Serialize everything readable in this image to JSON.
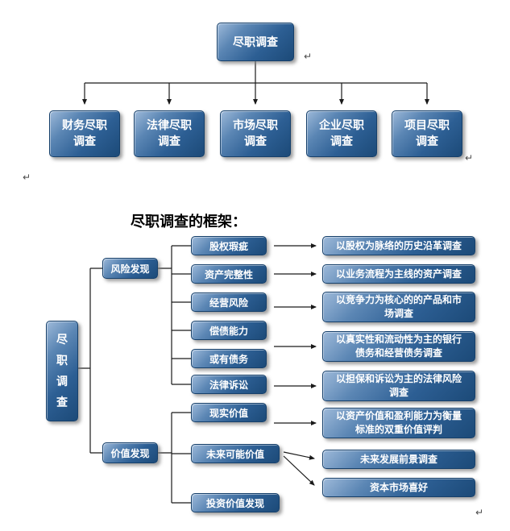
{
  "top_chart": {
    "root": {
      "label": "尽职调查"
    },
    "children": [
      {
        "label": "财务尽职调查"
      },
      {
        "label": "法律尽职调查"
      },
      {
        "label": "市场尽职调查"
      },
      {
        "label": "企业尽职调查"
      },
      {
        "label": "项目尽职调查"
      }
    ]
  },
  "framework": {
    "title": "尽职调查的框架：",
    "root": {
      "label": "尽职调查"
    },
    "categories": [
      {
        "label": "风险发现"
      },
      {
        "label": "价值发现"
      }
    ],
    "risk_items": [
      {
        "label": "股权瑕疵"
      },
      {
        "label": "资产完整性"
      },
      {
        "label": "经营风险"
      },
      {
        "label": "偿债能力"
      },
      {
        "label": "或有债务"
      },
      {
        "label": "法律诉讼"
      }
    ],
    "value_items": [
      {
        "label": "现实价值"
      },
      {
        "label": "未来可能价值"
      },
      {
        "label": "投资价值发现"
      }
    ],
    "descriptions": [
      {
        "label": "以股权为脉络的历史沿革调查"
      },
      {
        "label": "以业务流程为主线的资产调查"
      },
      {
        "label": "以竞争力为核心的的产品和市场调查"
      },
      {
        "label": "以真实性和流动性为主的银行债务和经营债务调查"
      },
      {
        "label": "以担保和诉讼为主的法律风险调查"
      },
      {
        "label": "以资产价值和盈利能力为衡量标准的双重价值评判"
      },
      {
        "label": "未来发展前景调查"
      },
      {
        "label": "资本市场喜好"
      }
    ]
  },
  "marks": {
    "glyph": "↵"
  },
  "colors": {
    "node_fill_light": "#9db9d9",
    "node_fill_dark": "#1c4a78",
    "node_border": "#16406b",
    "node_text": "#ffffff",
    "connector": "#1a1a1a",
    "title_text": "#000000",
    "background": "#ffffff"
  }
}
